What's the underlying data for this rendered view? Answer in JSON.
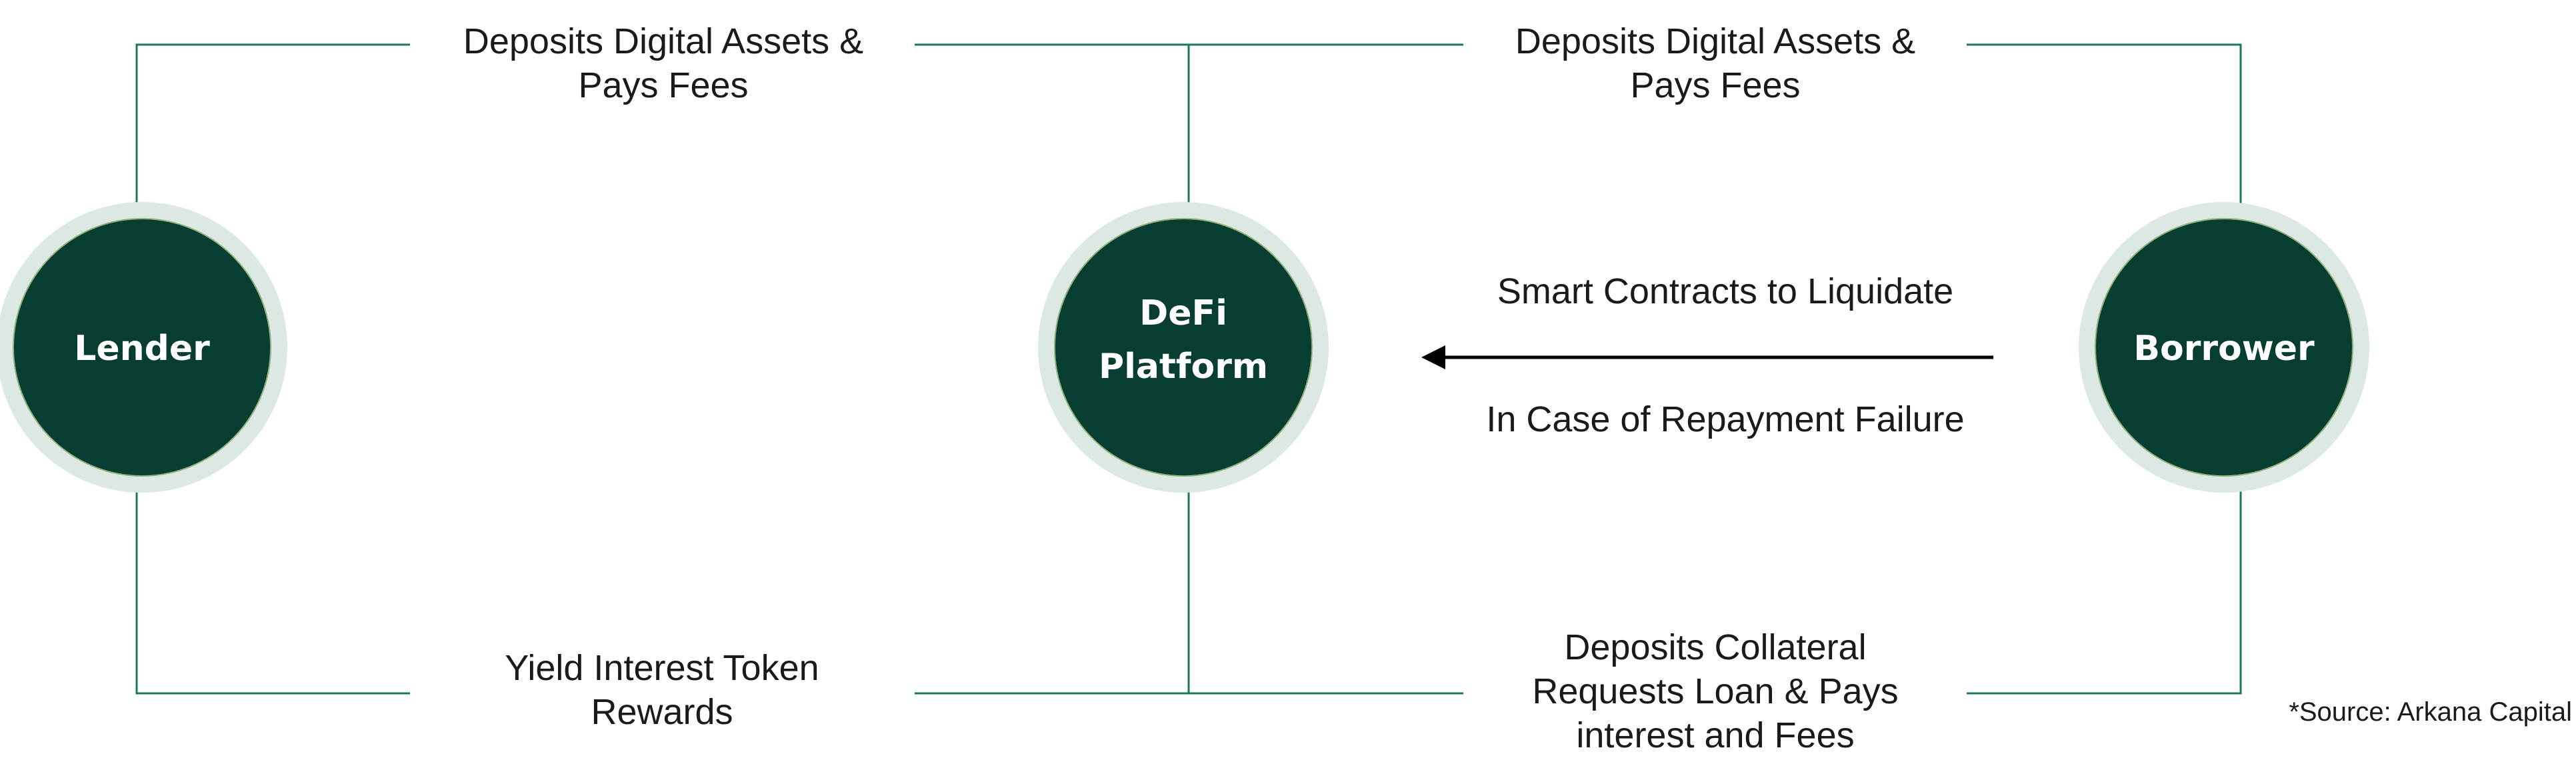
{
  "nodes": {
    "lender": {
      "label": "Lender"
    },
    "platform": {
      "label_line1": "DeFi",
      "label_line2": "Platform"
    },
    "borrower": {
      "label": "Borrower"
    }
  },
  "edges": {
    "lender_top": {
      "line1": "Deposits Digital Assets &",
      "line2": "Pays Fees"
    },
    "borrower_top": {
      "line1": "Deposits Digital Assets &",
      "line2": "Pays Fees"
    },
    "lender_bottom": {
      "line1": "Yield Interest Token",
      "line2": "Rewards"
    },
    "borrower_bottom": {
      "line1": "Deposits Collateral",
      "line2": "Requests Loan & Pays",
      "line3": "interest and Fees"
    },
    "liquidation_top": "Smart Contracts to Liquidate",
    "liquidation_bottom": "In Case of Repayment Failure"
  },
  "source_note": "*Source: Arkana Capital",
  "colors": {
    "node_fill": "#083d31",
    "node_halo": "#dce8e3",
    "connector": "#1a7a5a",
    "arrow": "#000000",
    "text": "#1a1a1a",
    "node_text": "#ffffff"
  }
}
